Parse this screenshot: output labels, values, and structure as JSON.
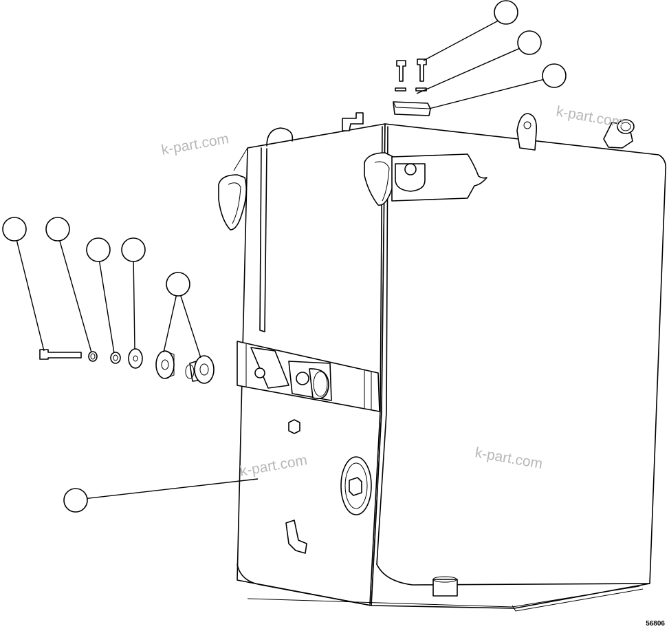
{
  "watermarks": [
    "k-part.com",
    "k-part.com",
    "k-part.com",
    "k-part.com"
  ],
  "reference_number": "56806",
  "callouts": [
    {
      "id": "bolts-top",
      "label": ""
    },
    {
      "id": "washers-top",
      "label": ""
    },
    {
      "id": "block-top",
      "label": ""
    },
    {
      "id": "bolt-side",
      "label": ""
    },
    {
      "id": "nut-1",
      "label": ""
    },
    {
      "id": "nut-2",
      "label": ""
    },
    {
      "id": "washer",
      "label": ""
    },
    {
      "id": "rubber-mounts",
      "label": ""
    },
    {
      "id": "tank",
      "label": ""
    }
  ]
}
